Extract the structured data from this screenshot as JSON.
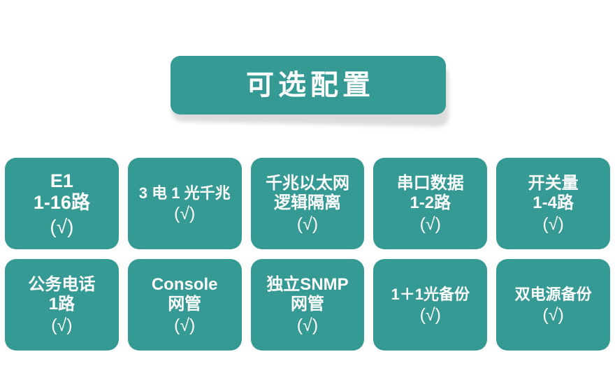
{
  "page": {
    "background_color": "#ffffff",
    "accent_color": "#349a93",
    "text_color": "#ffffff"
  },
  "header": {
    "title": "可选配置"
  },
  "tiles": [
    {
      "lines": [
        "E1",
        "1-16路"
      ],
      "check": "(√)",
      "size": "s-xl"
    },
    {
      "lines": [
        "3 电 1 光千兆"
      ],
      "check": "(√)",
      "size": "s-md"
    },
    {
      "lines": [
        "千兆以太网",
        "逻辑隔离"
      ],
      "check": "(√)",
      "size": "s-lg"
    },
    {
      "lines": [
        "串口数据",
        "1-2路"
      ],
      "check": "(√)",
      "size": "s-lg"
    },
    {
      "lines": [
        "开关量",
        "1-4路"
      ],
      "check": "(√)",
      "size": "s-lg"
    },
    {
      "lines": [
        "公务电话",
        "1路"
      ],
      "check": "(√)",
      "size": "s-lg"
    },
    {
      "lines": [
        "Console",
        "网管"
      ],
      "check": "(√)",
      "size": "s-lg"
    },
    {
      "lines": [
        "独立SNMP",
        "网管"
      ],
      "check": "(√)",
      "size": "s-lg"
    },
    {
      "lines": [
        "1＋1光备份"
      ],
      "check": "(√)",
      "size": "s-md"
    },
    {
      "lines": [
        "双电源备份"
      ],
      "check": "(√)",
      "size": "s-md"
    }
  ]
}
